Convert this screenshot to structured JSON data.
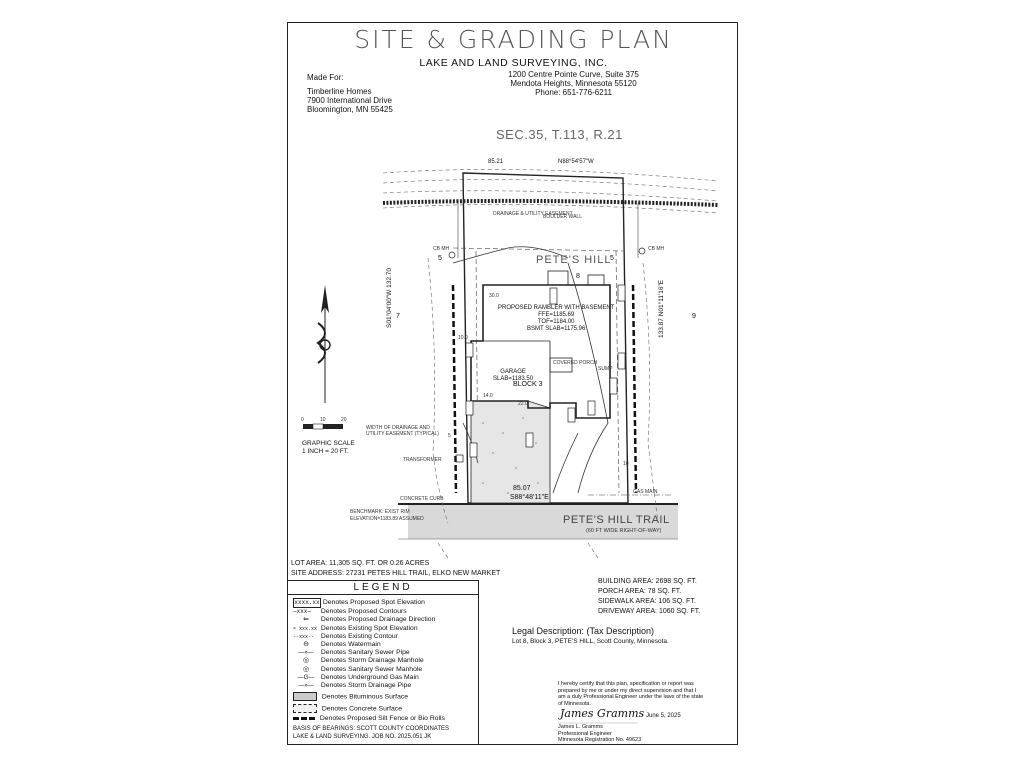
{
  "header": {
    "title": "SITE & GRADING PLAN",
    "firm_name": "LAKE AND LAND SURVEYING, INC.",
    "firm_address1": "1200 Centre Pointe Curve, Suite 375",
    "firm_address2": "Mendota Heights, Minnesota 55120",
    "firm_phone": "Phone: 651-776-6211"
  },
  "client": {
    "made_for": "Made For:",
    "name": "Timberline Homes",
    "address1": "7900 International Drive",
    "address2": "Bloomington, MN 55425"
  },
  "plan": {
    "section": "SEC.35, T.113, R.21",
    "subdivision": "PETE'S HILL",
    "north_bearing": "N88°54'57\"W",
    "north_dist": "85.21",
    "south_bearing": "S88°48'11\"E",
    "south_dist": "85.07",
    "west_bearing": "S01°04'00\"W",
    "west_dist": "132.70",
    "east_bearing": "N01°11'16\"E",
    "east_dist": "133.87",
    "lot_west": "7",
    "lot_east": "9",
    "lot_top_left": "5",
    "lot_top_right": "5",
    "lot_top": "8",
    "drainage_easement": "DRAINAGE & UTILITY EASEMENT",
    "boulder_wall": "BOULDER WALL",
    "house_title": "PROPOSED RAMBLER WITH BASEMENT",
    "ffe": "FFE=1185.69",
    "tof": "TOF=1184.00",
    "bsmt": "BSMT SLAB=1175.96",
    "garage": "GARAGE",
    "garage_slab": "SLAB=1183.50",
    "block": "BLOCK 3",
    "street": "PETE'S HILL TRAIL",
    "row": "(60 FT WIDE RIGHT-OF-WAY)",
    "width_note": "WIDTH OF DRAINAGE AND UTILITY EASEMENT (TYPICAL)",
    "transformer": "TRANSFORMER",
    "concrete_curb": "CONCRETE CURB",
    "gas_main": "GAS MAIN",
    "benchmark": "BENCHMARK: EXIST RIM",
    "elevation": "ELEVATION=1183.89 ASSUMED",
    "cb_mh_w": "CB MH",
    "cb_mh_e": "CB MH",
    "sump": "SUMP",
    "covered_porch": "COVERED PORCH",
    "dim_30": "30.0",
    "dim_22": "22.0",
    "dim_10": "10.0",
    "dim_14": "14.0",
    "dim_5": "5",
    "dim_10b": "10"
  },
  "scale": {
    "ticks": [
      "0",
      "10",
      "20"
    ],
    "label": "GRAPHIC SCALE",
    "ratio": "1 INCH = 20 FT."
  },
  "site": {
    "lot_area": "LOT AREA: 11,305 SQ. FT. OR 0.26 ACRES",
    "address": "SITE ADDRESS: 27231 PETES HILL TRAIL, ELKO NEW MARKET"
  },
  "areas": {
    "building": "BUILDING AREA: 2698 SQ. FT.",
    "porch": "PORCH AREA: 78 SQ. FT.",
    "sidewalk": "SIDEWALK AREA: 106 SQ. FT.",
    "driveway": "DRIVEWAY AREA: 1060 SQ. FT."
  },
  "legend": {
    "title": "LEGEND",
    "items": [
      {
        "symbol": "xxxx.xx",
        "label": "Denotes Proposed Spot Elevation"
      },
      {
        "symbol": "—xxx—",
        "label": "Denotes Proposed Contours"
      },
      {
        "symbol": "⇐",
        "label": "Denotes Proposed Drainage Direction"
      },
      {
        "symbol": "× xxx.xx",
        "label": "Denotes Existing Spot Elevation"
      },
      {
        "symbol": "--xxx--",
        "label": "Denotes Existing Contour"
      },
      {
        "symbol": "⊖",
        "label": "Denotes Watermain"
      },
      {
        "symbol": "—»—",
        "label": "Denotes Sanitary Sewer Pipe"
      },
      {
        "symbol": "◎",
        "label": "Denotes Storm Drainage Manhole"
      },
      {
        "symbol": "◎",
        "label": "Denotes Sanitary Sewer Manhole"
      },
      {
        "symbol": "—G—",
        "label": "Denotes Underground Gas Main"
      },
      {
        "symbol": "—»—",
        "label": "Denotes Storm Drainage Pipe"
      },
      {
        "symbol": "",
        "label": "Denotes Bituminous Surface"
      },
      {
        "symbol": "",
        "label": "Denotes Concrete Surface"
      },
      {
        "symbol": "",
        "label": "Denotes Proposed Silt Fence or Bio Rolls"
      }
    ],
    "basis1": "BASIS OF BEARINGS: SCOTT COUNTY COORDINATES",
    "basis2": "LAKE & LAND SURVEYING.   JOB NO. 2025.051 JK"
  },
  "legal": {
    "heading": "Legal Description: (Tax Description)",
    "text": "Lot 8, Block 3, PETE'S HILL, Scott County, Minnesota."
  },
  "cert": {
    "line1": "I hereby certify that this plan, specification or report was",
    "line2": "prepared by me or under my direct supervision and that I",
    "line3": "am a duly Professional Engineer under the laws of the state",
    "line4": "of Minnesota.",
    "signature": "James Gramms",
    "date": "June 5, 2025",
    "name": "James L. Gramms",
    "title": "Professional Engineer",
    "registration": "Minnesota Registration No. 49623"
  },
  "colors": {
    "line": "#222222",
    "road": "#d9d9d9",
    "concrete": "#efefef",
    "gray_text": "#555555"
  }
}
